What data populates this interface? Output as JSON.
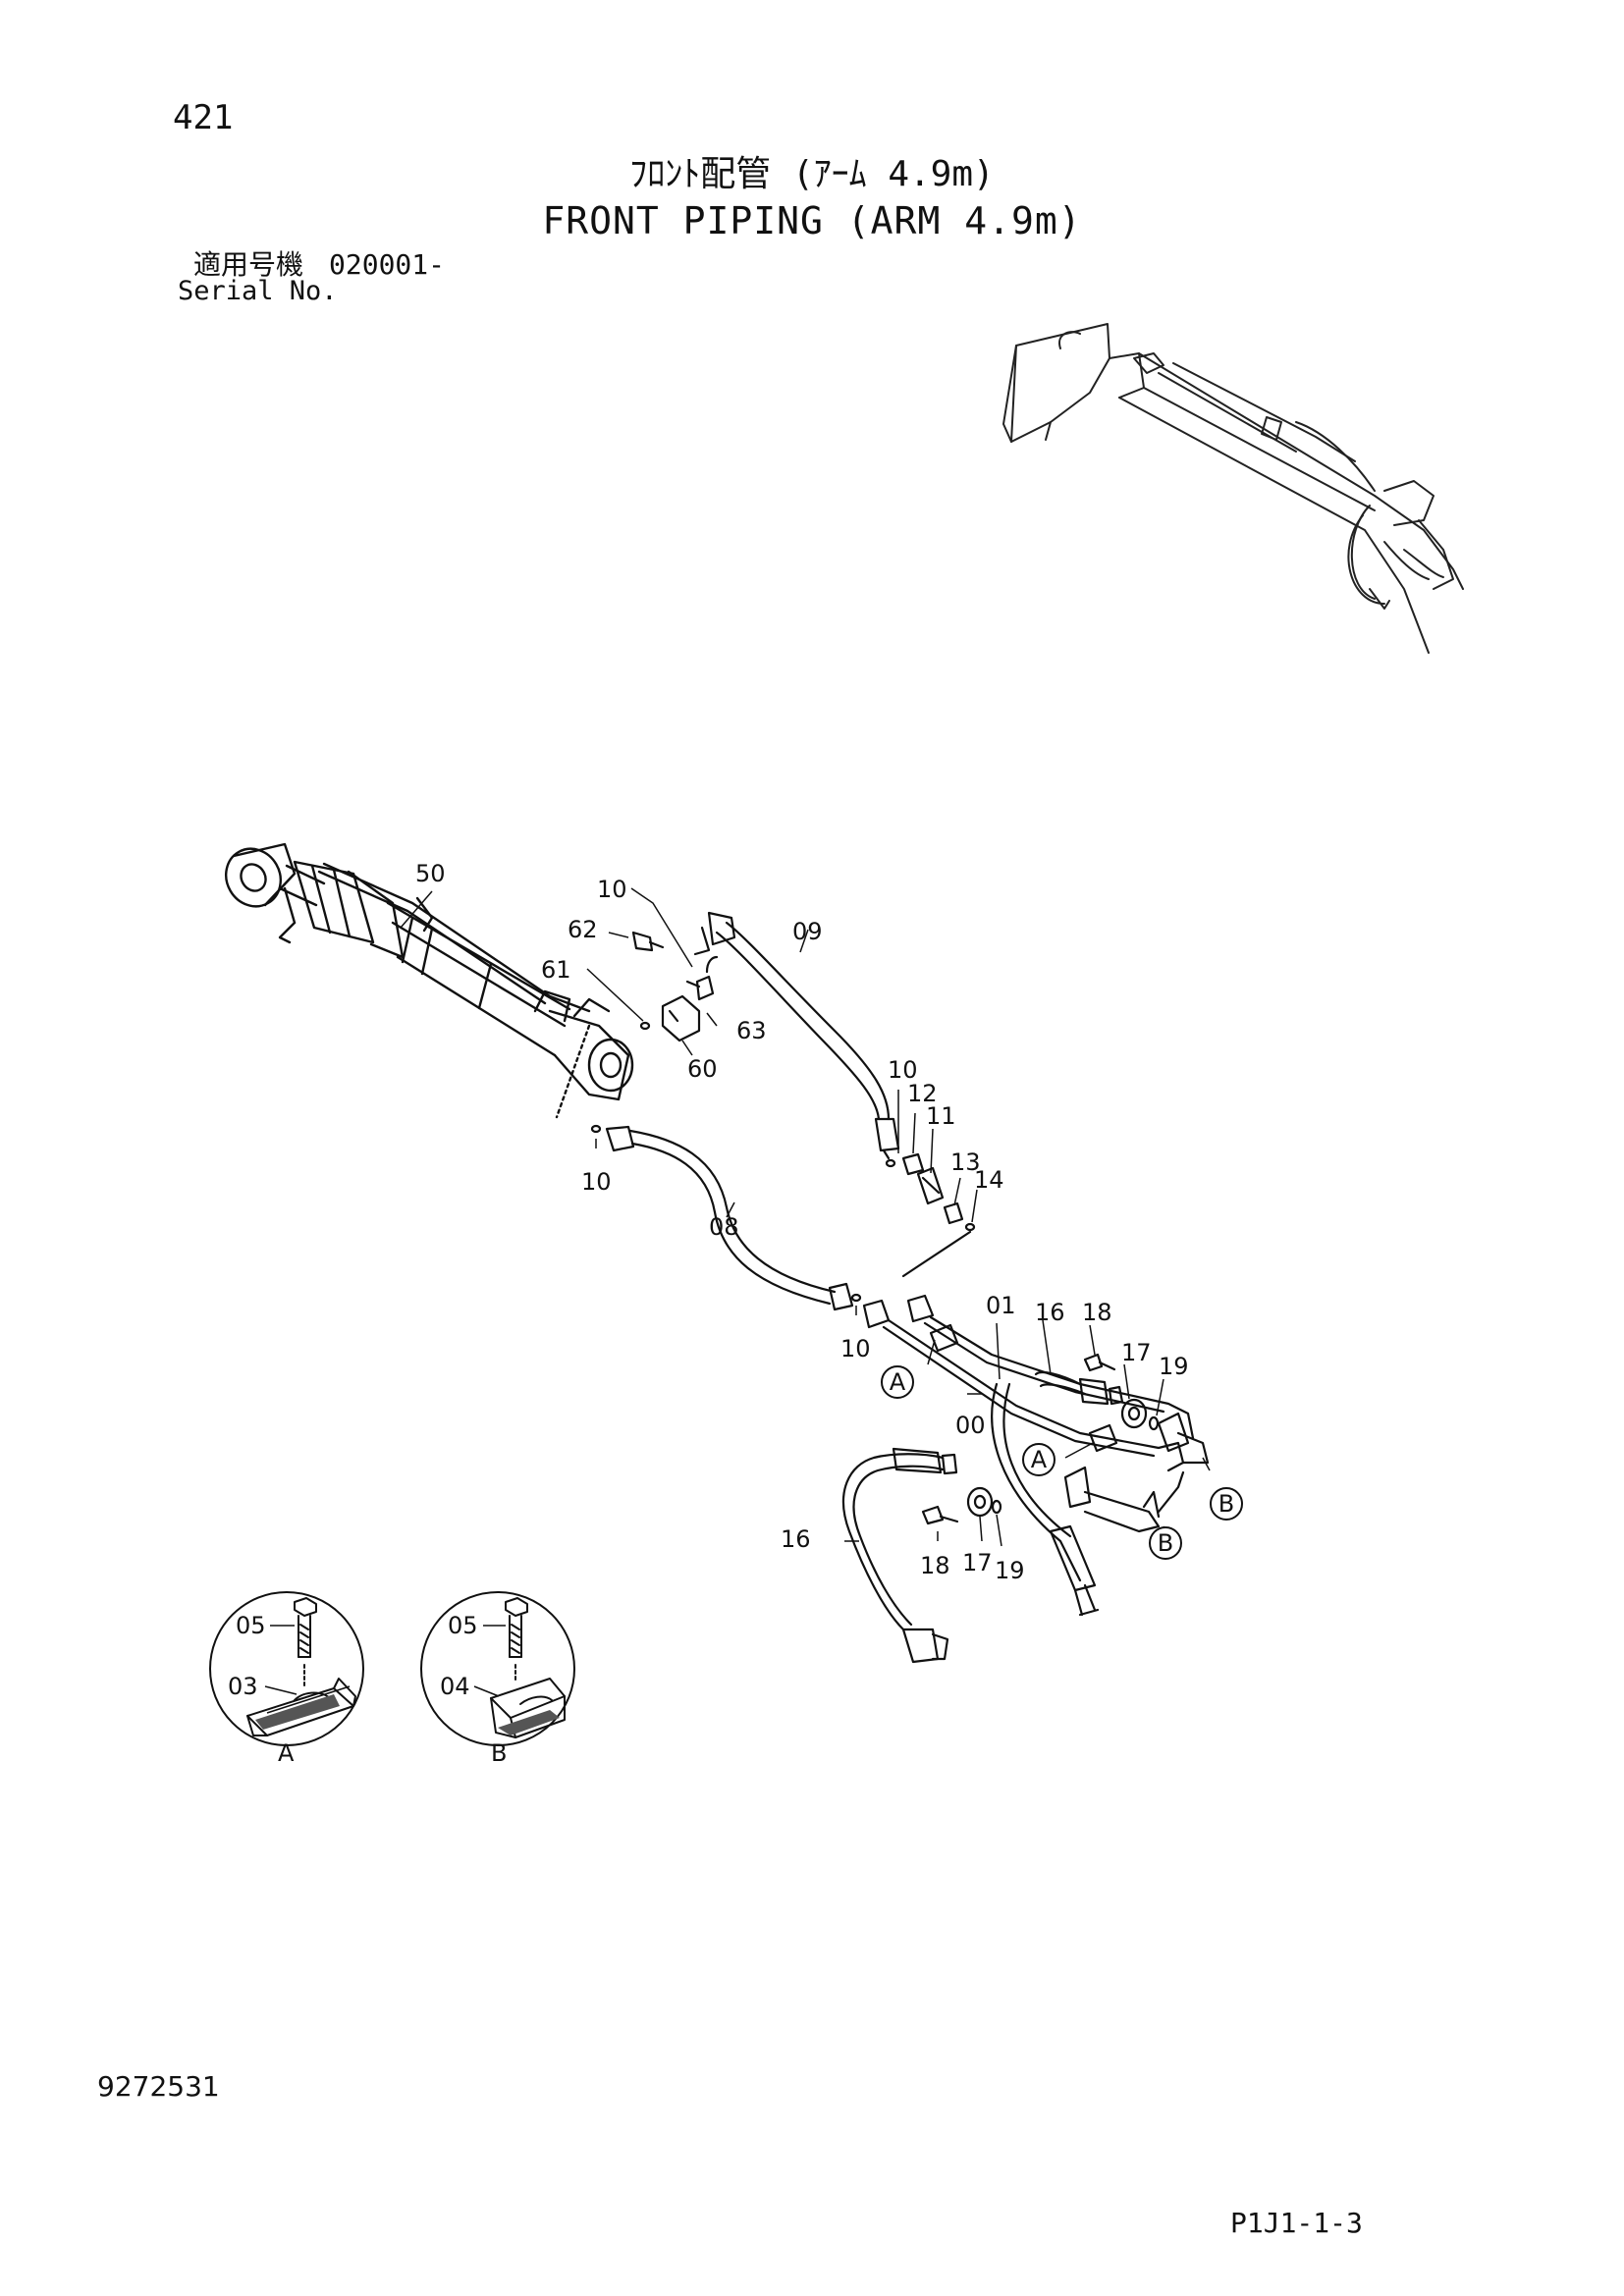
{
  "header": {
    "page_number": "421",
    "title_jp": "ﾌﾛﾝﾄ配管 (ｱｰﾑ 4.9m)",
    "title_en": "FRONT PIPING (ARM 4.9m)",
    "serial_jp_label": "適用号機",
    "serial_value": "020001-",
    "serial_en_label": "Serial No."
  },
  "footer": {
    "doc_number": "9272531",
    "page_code": "P1J1-1-3"
  },
  "callouts": {
    "p50": "50",
    "p10a": "10",
    "p62": "62",
    "p09": "09",
    "p61": "61",
    "p63": "63",
    "p60": "60",
    "p10b": "10",
    "p12": "12",
    "p11": "11",
    "p13": "13",
    "p14": "14",
    "p10c": "10",
    "p08": "08",
    "p10d": "10",
    "p01": "01",
    "p16a": "16",
    "p18a": "18",
    "p17a": "17",
    "p19a": "19",
    "p00": "00",
    "p16b": "16",
    "p18b": "18",
    "p17b": "17",
    "p19b": "19"
  },
  "markers": {
    "a1": "A",
    "a2": "A",
    "b1": "B",
    "b2": "B"
  },
  "details": {
    "a": {
      "bolt": "05",
      "clamp": "03",
      "label": "A"
    },
    "b": {
      "bolt": "05",
      "clamp": "04",
      "label": "B"
    }
  }
}
